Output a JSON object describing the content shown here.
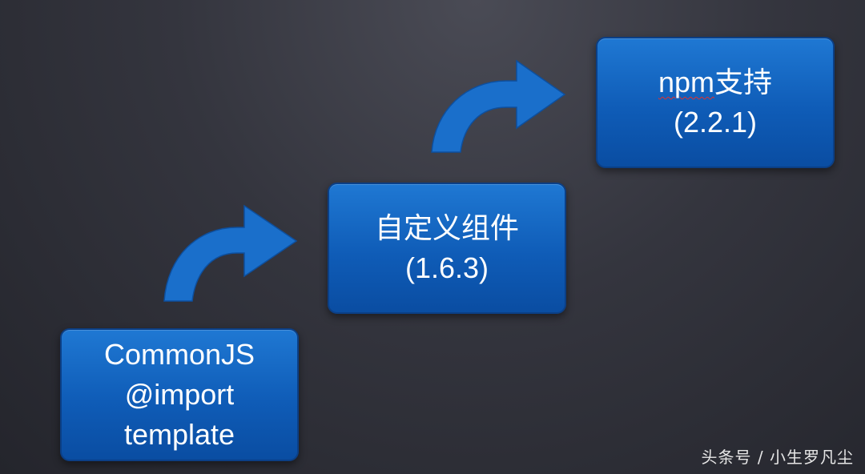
{
  "steps": [
    {
      "lines": [
        "CommonJS",
        "@import",
        "template"
      ]
    },
    {
      "lines": [
        "自定义组件",
        "(1.6.3)"
      ]
    },
    {
      "npm_prefix": "npm",
      "lines": [
        "支持",
        "(2.2.1)"
      ]
    }
  ],
  "watermark": "头条号 / 小生罗凡尘",
  "colors": {
    "box_fill": "#1266c2",
    "box_border": "#0b3f86",
    "arrow_fill": "#1a6fcb",
    "background": "#2f3038",
    "text": "#ffffff"
  },
  "icons": [
    "curved-arrow-icon",
    "curved-arrow-icon"
  ]
}
